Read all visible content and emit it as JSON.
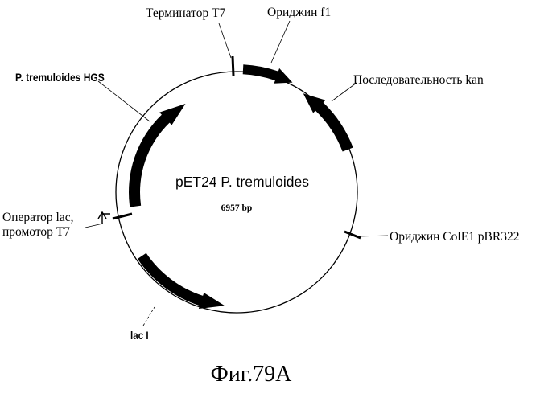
{
  "plasmid": {
    "name": "pET24 P. tremuloides",
    "size": "6957 bp"
  },
  "features": {
    "t7_terminator": "Терминатор T7",
    "f1_origin": "Ориджин f1",
    "kan_sequence": "Последовательность kan",
    "hgs_gene": "P. tremuloides HGS",
    "lac_operator": "Оператор lac,",
    "t7_promoter": "промотор T7",
    "cole1_origin": "Ориджин ColE1 pBR322",
    "lac_i": "lac I"
  },
  "caption": "Фиг.79А"
}
